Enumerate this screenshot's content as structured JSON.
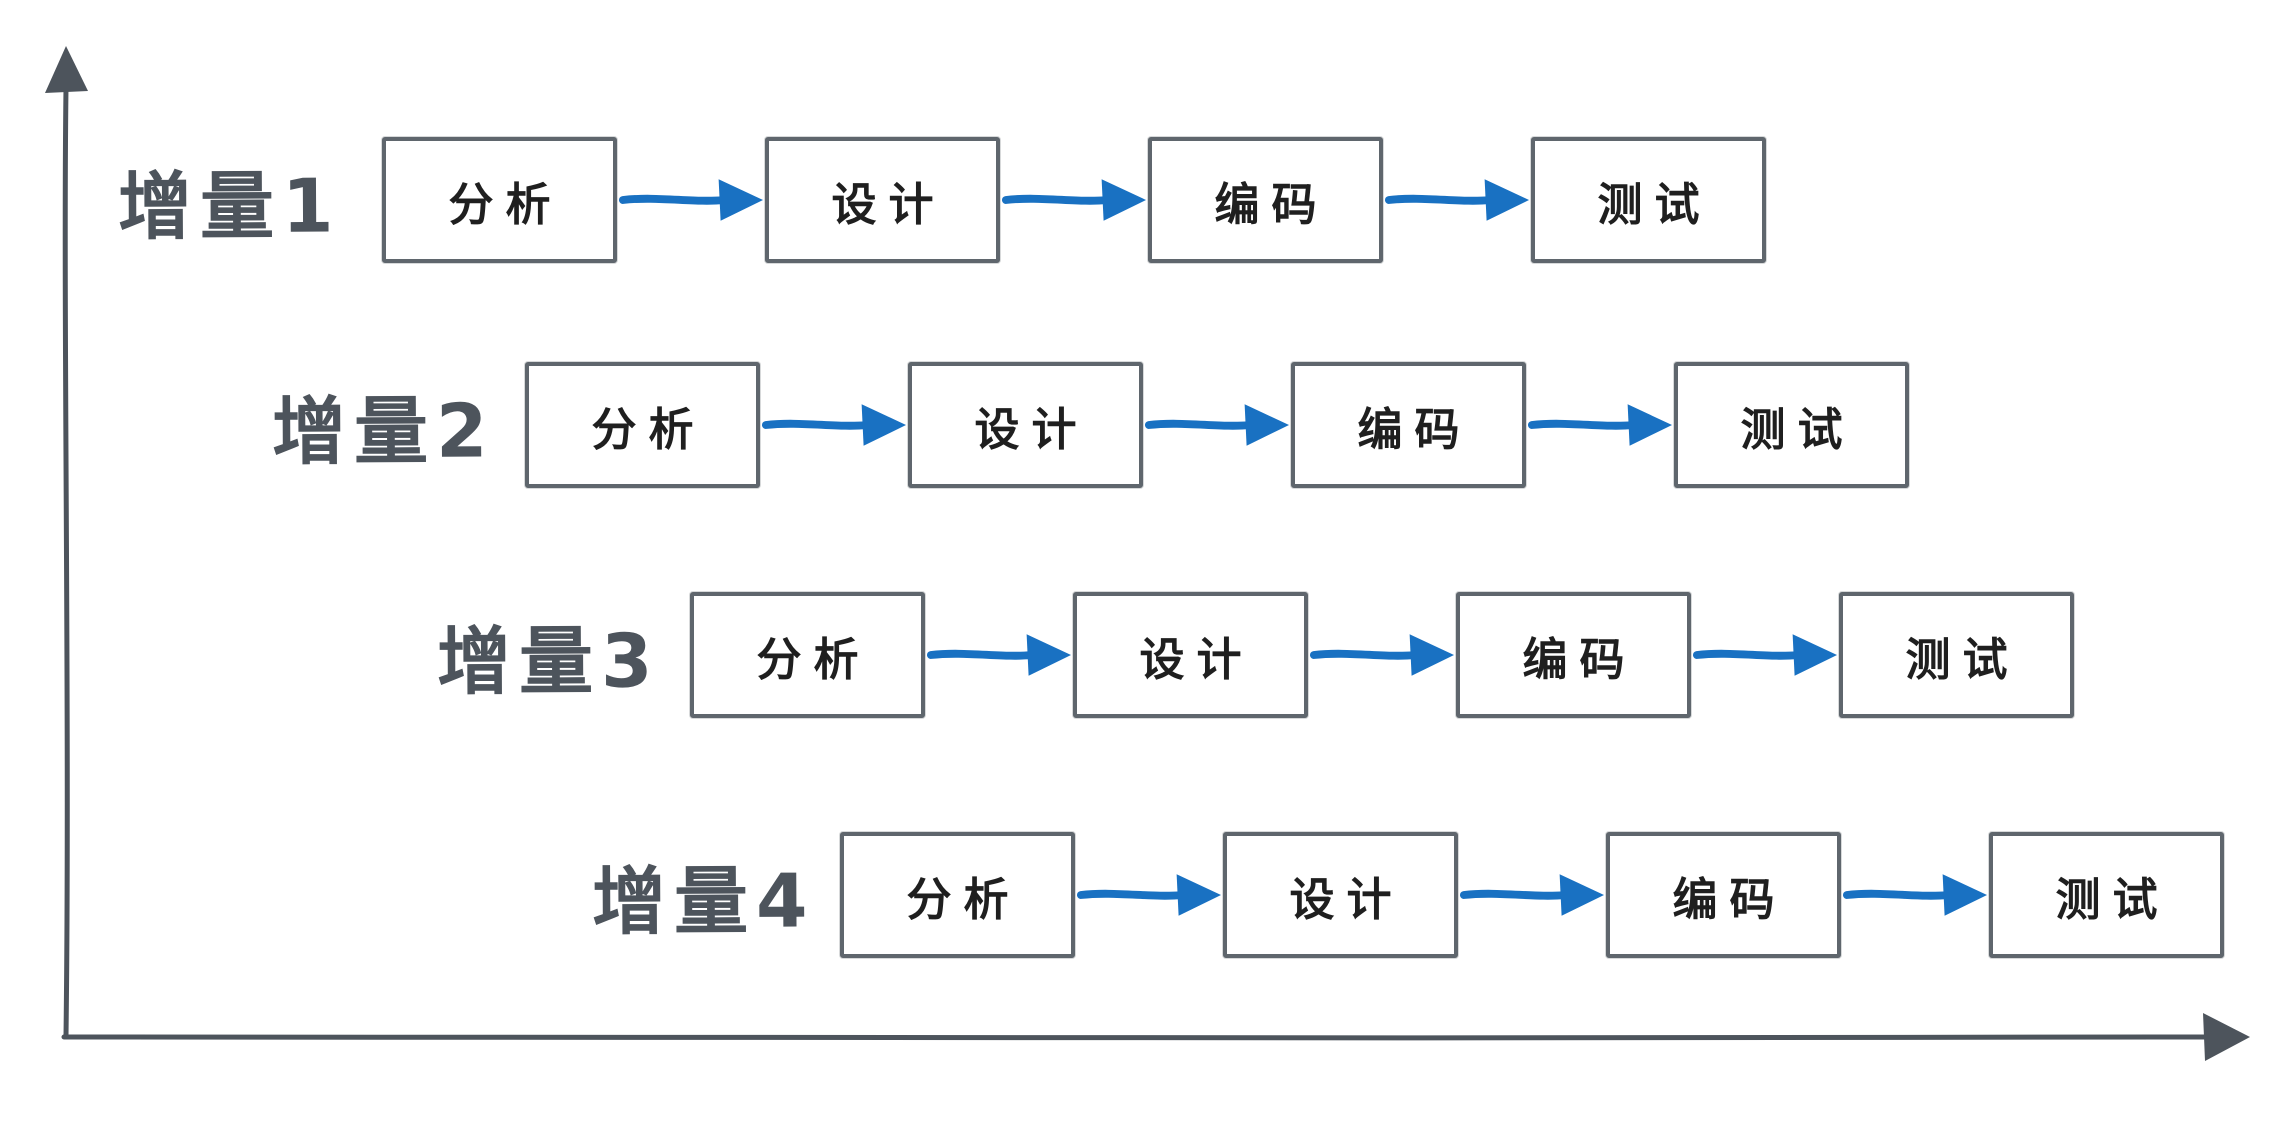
{
  "diagram": {
    "title": "incremental process model staircase diagram",
    "colors": {
      "arrow_blue": "#1971c2",
      "axis_gray": "#4d545c",
      "box_border_gray": "#5f666d",
      "box_text": "#1f1f1f",
      "background": "#ffffff"
    },
    "axes": {
      "y_axis_icon": "up-arrow-axis",
      "x_axis_icon": "right-arrow-axis",
      "x_label": "",
      "y_label": ""
    },
    "rows": [
      {
        "label": "增量1",
        "steps": [
          "分析",
          "设计",
          "编码",
          "测试"
        ]
      },
      {
        "label": "增量2",
        "steps": [
          "分析",
          "设计",
          "编码",
          "测试"
        ]
      },
      {
        "label": "增量3",
        "steps": [
          "分析",
          "设计",
          "编码",
          "测试"
        ]
      },
      {
        "label": "增量4",
        "steps": [
          "分析",
          "设计",
          "编码",
          "测试"
        ]
      }
    ]
  }
}
